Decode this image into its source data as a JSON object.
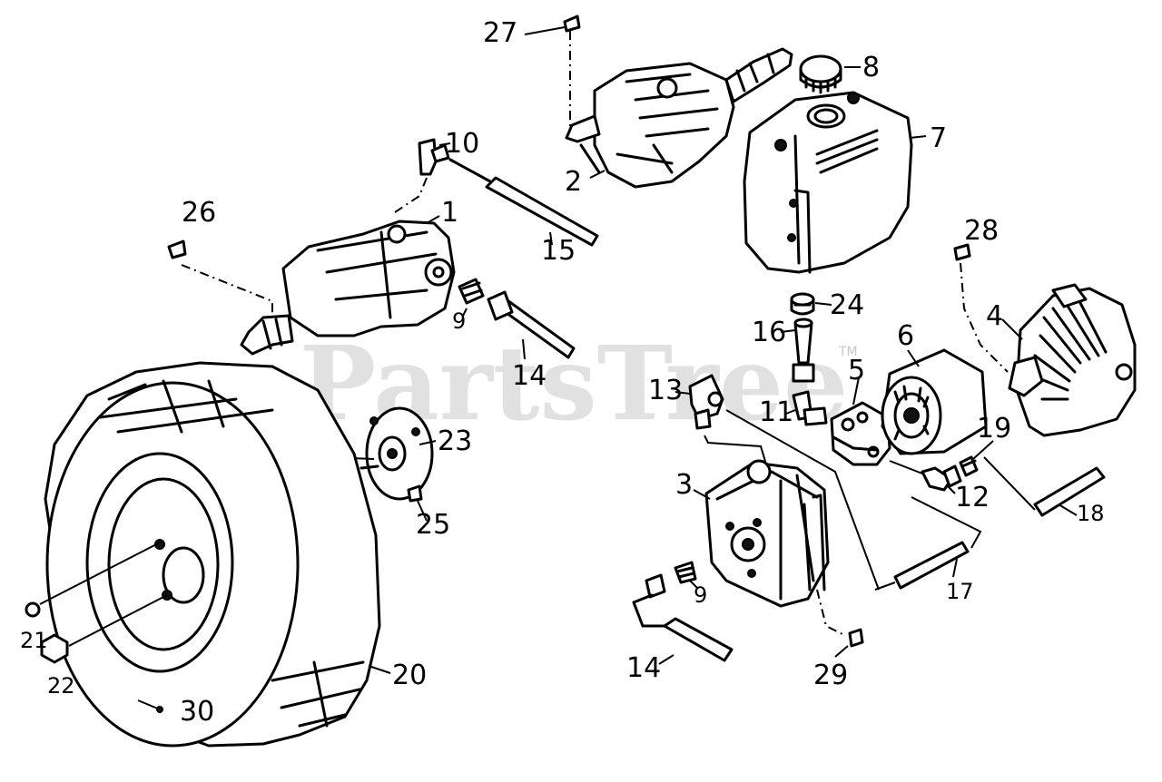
{
  "watermark": {
    "text": "PartsTree",
    "tm": "TM"
  },
  "callouts": {
    "p1": "1",
    "p2": "2",
    "p3": "3",
    "p4": "4",
    "p5": "5",
    "p6": "6",
    "p7": "7",
    "p8": "8",
    "p9a": "9",
    "p9b": "9",
    "p10": "10",
    "p11": "11",
    "p12": "12",
    "p13": "13",
    "p14a": "14",
    "p14b": "14",
    "p15": "15",
    "p16": "16",
    "p17": "17",
    "p18": "18",
    "p19": "19",
    "p20": "20",
    "p21": "21",
    "p22": "22",
    "p23": "23",
    "p24": "24",
    "p25": "25",
    "p26": "26",
    "p27": "27",
    "p28": "28",
    "p29": "29",
    "p30": "30"
  }
}
